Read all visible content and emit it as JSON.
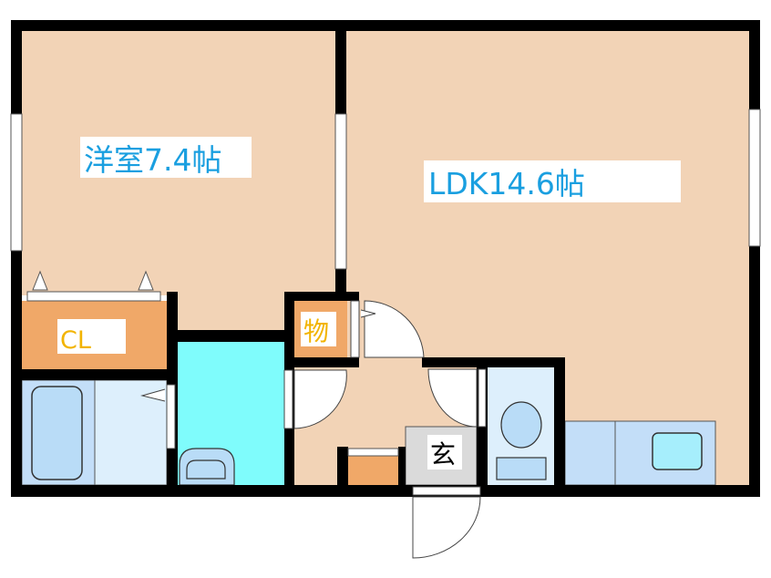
{
  "rooms": {
    "western": {
      "label": "洋室7.4帖"
    },
    "ldk": {
      "label": "LDK14.6帖"
    },
    "closet": {
      "label": "CL"
    },
    "storage": {
      "label": "物"
    },
    "entrance": {
      "label": "玄"
    }
  },
  "colors": {
    "floor": "#f2d3b6",
    "closet": "#f0a868",
    "washroom": "#7ffcfc",
    "bath": "#c3def8",
    "light_blue": "#ddeffc",
    "entrance": "#dadada",
    "label_blue": "#1a9fe0",
    "label_orange": "#f2b400"
  }
}
